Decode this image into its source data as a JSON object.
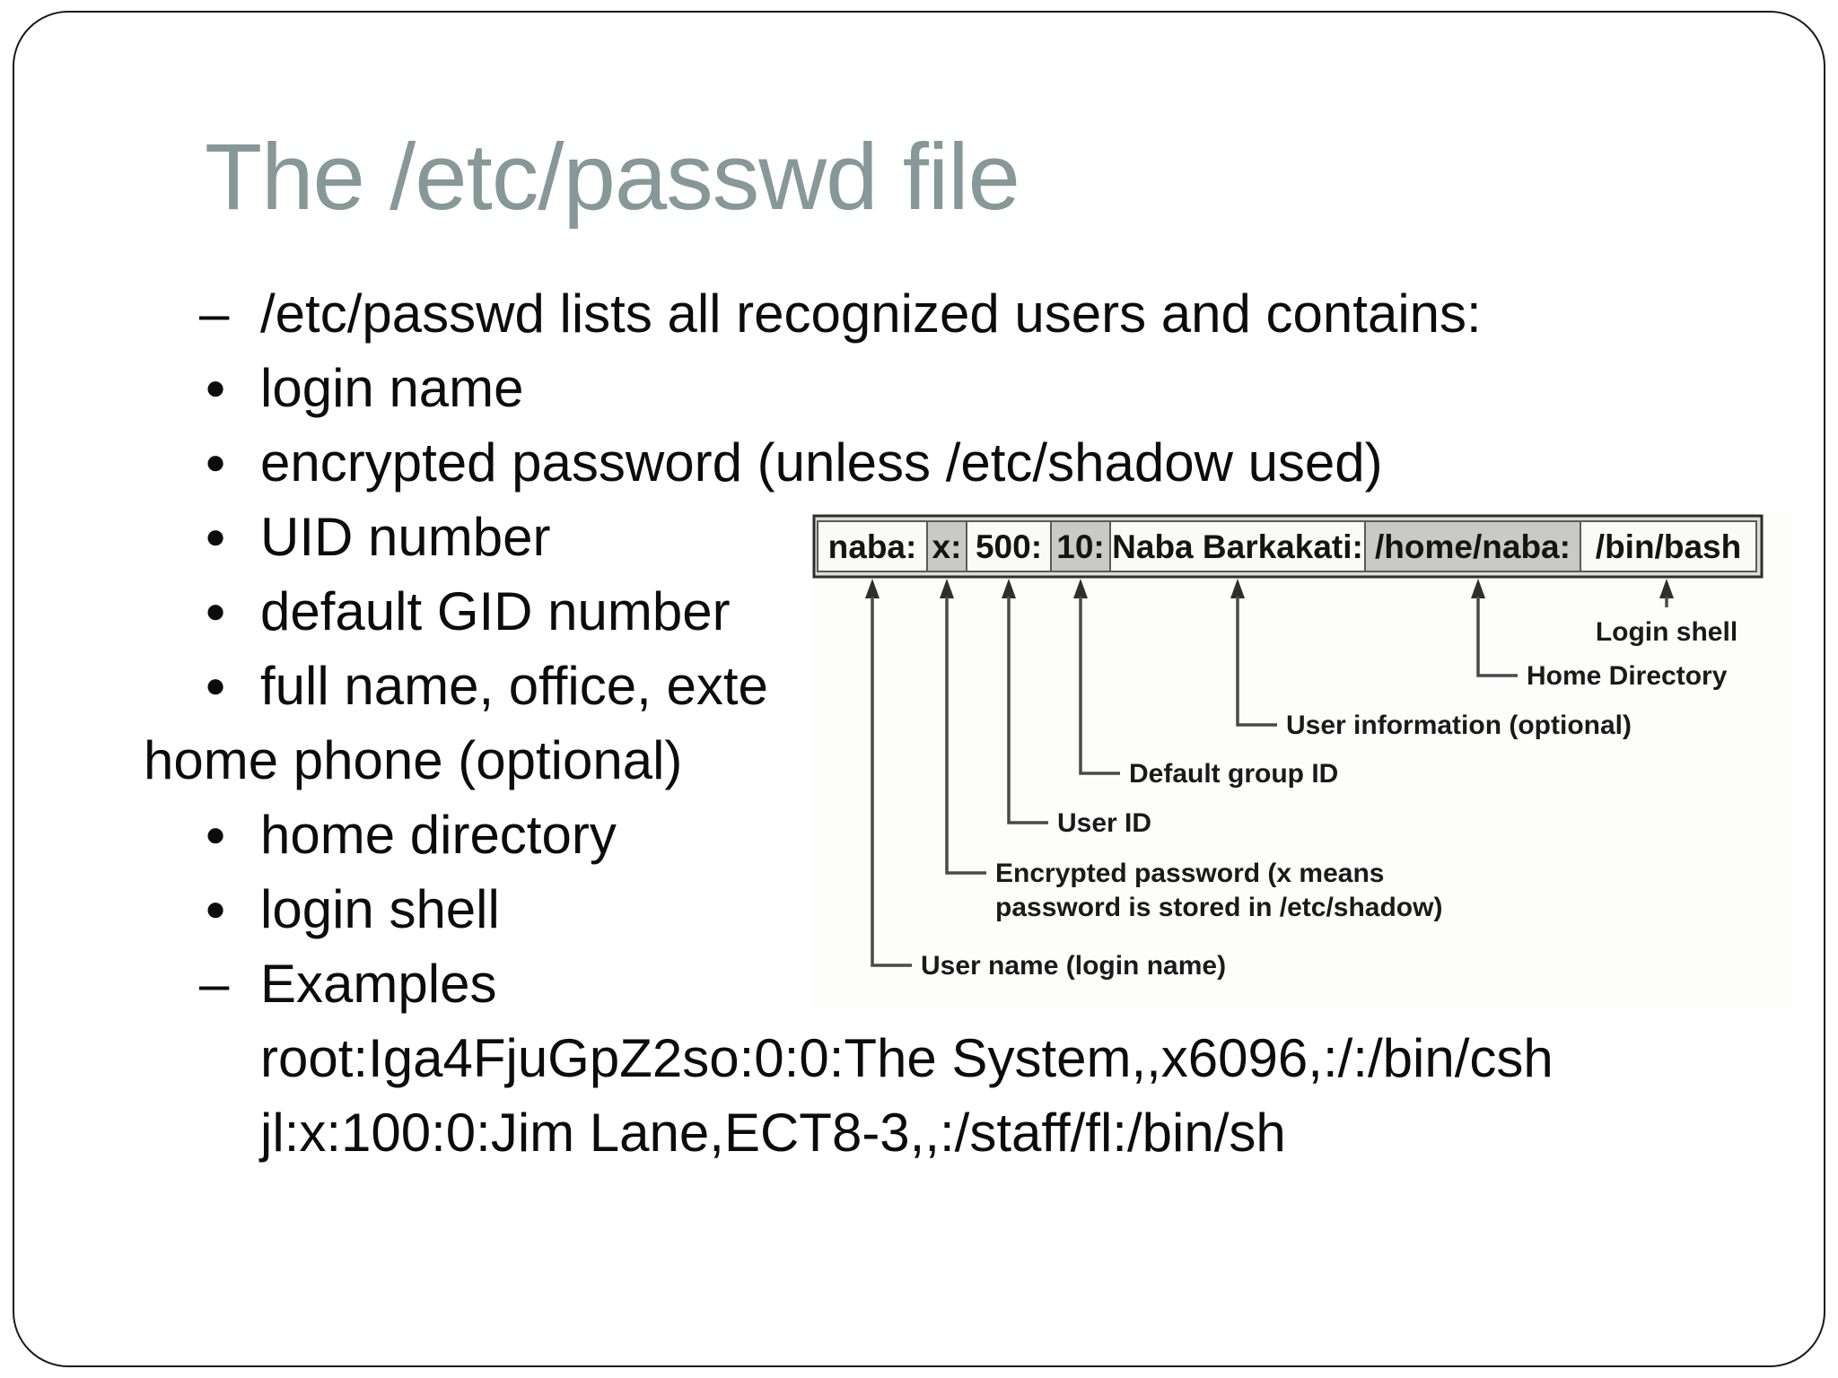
{
  "slide": {
    "title": "The /etc/passwd file",
    "title_color": "#869897",
    "lines": [
      {
        "marker": "–",
        "text": "/etc/passwd lists all recognized users and contains:"
      },
      {
        "marker": "●",
        "text": "login name"
      },
      {
        "marker": "●",
        "text": "encrypted password (unless /etc/shadow used)"
      },
      {
        "marker": "●",
        "text": "UID number"
      },
      {
        "marker": "●",
        "text": "default GID number"
      },
      {
        "marker": "●",
        "text": "full name, office, exte"
      },
      {
        "marker": "",
        "text": "home phone (optional)"
      },
      {
        "marker": "●",
        "text": "home directory"
      },
      {
        "marker": "●",
        "text": "login shell"
      },
      {
        "marker": "–",
        "text": "Examples"
      },
      {
        "marker": "",
        "text": "root:Iga4FjuGpZ2so:0:0:The System,,x6096,:/:/bin/csh"
      },
      {
        "marker": "",
        "text": "jl:x:100:0:Jim Lane,ECT8-3,,:/staff/fl:/bin/sh"
      }
    ]
  },
  "diagram": {
    "record_fields": [
      {
        "text": "naba:",
        "shaded": false
      },
      {
        "text": "x:",
        "shaded": true
      },
      {
        "text": "500:",
        "shaded": false
      },
      {
        "text": "10:",
        "shaded": true
      },
      {
        "text": "Naba Barkakati:",
        "shaded": false
      },
      {
        "text": "/home/naba:",
        "shaded": true
      },
      {
        "text": "/bin/bash",
        "shaded": false
      }
    ],
    "labels": {
      "login_shell": "Login shell",
      "home_directory": "Home Directory",
      "user_information": "User information (optional)",
      "default_group_id": "Default group ID",
      "user_id": "User ID",
      "encrypted_password_line1": "Encrypted password (x means",
      "encrypted_password_line2": "password is stored in /etc/shadow)",
      "user_name": "User name (login name)"
    },
    "shade_color": "#c9c9c7"
  }
}
